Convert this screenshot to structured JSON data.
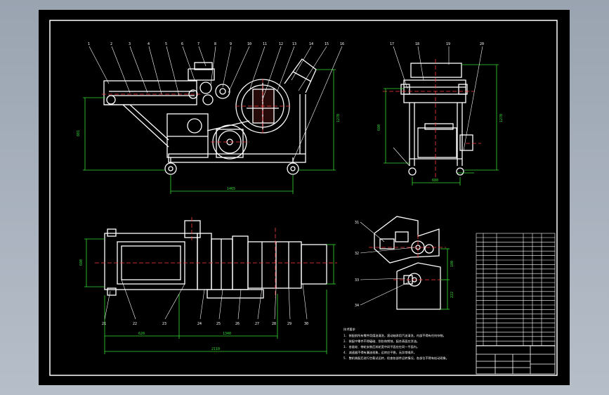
{
  "colors": {
    "background": "#a9b2bd",
    "sheet": "#000000",
    "line": "#ffffff",
    "dimension": "#33dd33",
    "centerline": "#ff3b3b",
    "leader": "#ffffff"
  },
  "front_view": {
    "balloons": [
      "1",
      "2",
      "3",
      "4",
      "5",
      "6",
      "7",
      "8",
      "9",
      "10",
      "11",
      "12",
      "13",
      "14",
      "15",
      "16"
    ],
    "dims": {
      "width": "1465",
      "height_left": "881",
      "height_right": "1270"
    }
  },
  "side_view": {
    "balloons": [
      "17",
      "18",
      "19",
      "20"
    ],
    "dims": {
      "width": "680",
      "height": "1270",
      "depth": "680"
    }
  },
  "top_view": {
    "balloons": [
      "21",
      "22",
      "23",
      "24",
      "25",
      "26",
      "27",
      "28",
      "29",
      "30"
    ],
    "dims": {
      "total": "2110",
      "mid": "1340",
      "left": "620",
      "height": "680"
    }
  },
  "detail_view": {
    "balloons": [
      "31",
      "32",
      "33",
      "34"
    ],
    "dims": {
      "h1": "180",
      "h2": "222"
    }
  },
  "notes": {
    "title": "技术要求",
    "lines": [
      "1. 装配前所有零件用煤油清洗，滚动轴承用汽油清洗，内部不得有任何杂物。",
      "2. 装配中零件不得磕碰、划伤和锈蚀，配合表面应涂油。",
      "3. 各链轮、带轮安装后其轮宽中间平面应在同一平面内。",
      "4. 减速器不得有漏油现象，运转应平稳，无异常噪声。",
      "5. 整机装配后进行空载试运转，检查各部件运转情况，各部位不得有松动现象。"
    ]
  }
}
